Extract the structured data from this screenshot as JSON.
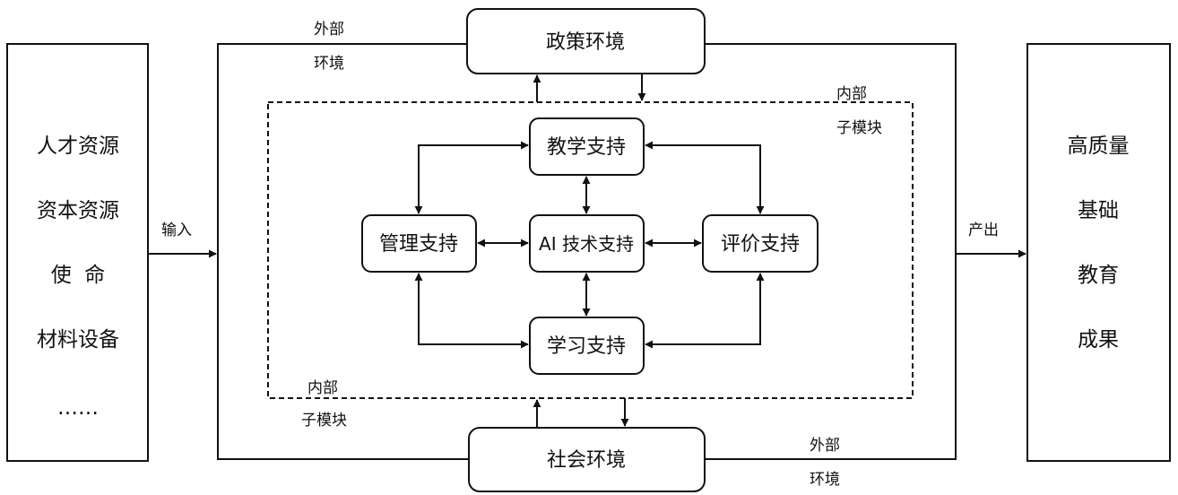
{
  "left_panel": {
    "items": [
      "人才资源",
      "资本资源",
      "使  命",
      "材料设备",
      "……"
    ]
  },
  "input_label": "输入",
  "output_label": "产出",
  "right_panel": {
    "items": [
      "高质量",
      "基础",
      "教育",
      "成果"
    ]
  },
  "outer_env_label_top": [
    "外部",
    "环境"
  ],
  "outer_env_label_bottom": [
    "外部",
    "环境"
  ],
  "inner_label_top": [
    "内部",
    "子模块"
  ],
  "inner_label_bottom": [
    "内部",
    "子模块"
  ],
  "policy_env": "政策环境",
  "social_env": "社会环境",
  "modules": {
    "teaching": "教学支持",
    "management": "管理支持",
    "ai_tech": "AI 技术支持",
    "evaluation": "评价支持",
    "learning": "学习支持"
  }
}
